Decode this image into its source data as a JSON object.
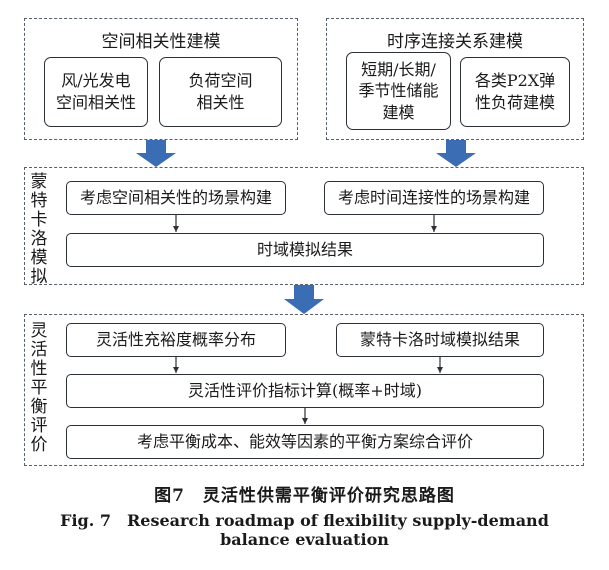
{
  "spatial_group": {
    "title": "空间相关性建模",
    "box1": "风/光发电 空间相关性",
    "box2": "负荷空间 相关性"
  },
  "temporal_group": {
    "title": "时序连接关系建模",
    "box1": "短期/长期/ 季节性储能 建模",
    "box2": "各类P2X弹 性负荷建模"
  },
  "monte_carlo_group": {
    "label": "蒙特卡洛模拟",
    "box_spatial": "考虑空间相关性的场景构建",
    "box_temporal": "考虑时间连接性的场景构建",
    "box_result": "时域模拟结果"
  },
  "evaluation_group": {
    "label": "灵活性平衡评价",
    "box_adequacy": "灵活性充裕度概率分布",
    "box_mc_result": "蒙特卡洛时域模拟结果",
    "box_index": "灵活性评价指标计算(概率+时域)",
    "box_final": "考虑平衡成本、能效等因素的平衡方案综合评价"
  },
  "caption": {
    "cn": "图7　灵活性供需平衡评价研究思路图",
    "en_line1": "Fig. 7　Research roadmap of flexibility supply-demand",
    "en_line2": "balance evaluation"
  },
  "colors": {
    "big_arrow": "#3a6db3",
    "line": "#2b3136"
  }
}
